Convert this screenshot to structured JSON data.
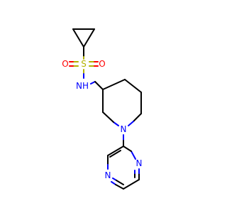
{
  "colors": {
    "background": "#ffffff",
    "carbon_bond": "#000000",
    "nitrogen": "#0000ff",
    "oxygen": "#ff0000",
    "sulfur": "#b2b200"
  },
  "atoms": {
    "o_left": "O",
    "s": "S",
    "o_right": "O",
    "nh": "NH",
    "n_piperidine": "N",
    "n_pyrazine_top": "N",
    "n_pyrazine_bottom": "N"
  }
}
